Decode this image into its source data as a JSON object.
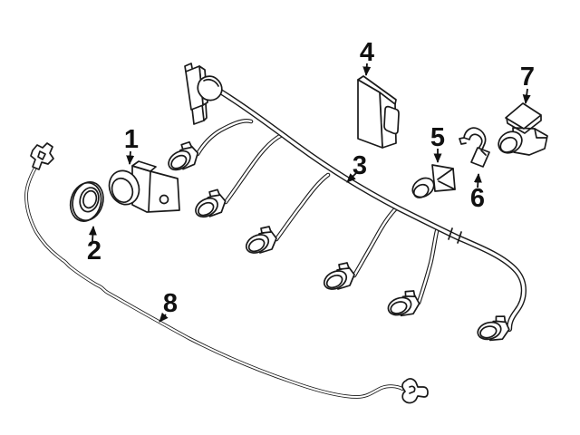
{
  "diagram": {
    "background_color": "#ffffff",
    "line_color": "#1a1a1a",
    "label_color": "#111111",
    "callouts": [
      {
        "label": "1"
      },
      {
        "label": "2"
      },
      {
        "label": "3"
      },
      {
        "label": "4"
      },
      {
        "label": "5"
      },
      {
        "label": "6"
      },
      {
        "label": "7"
      },
      {
        "label": "8"
      }
    ]
  }
}
